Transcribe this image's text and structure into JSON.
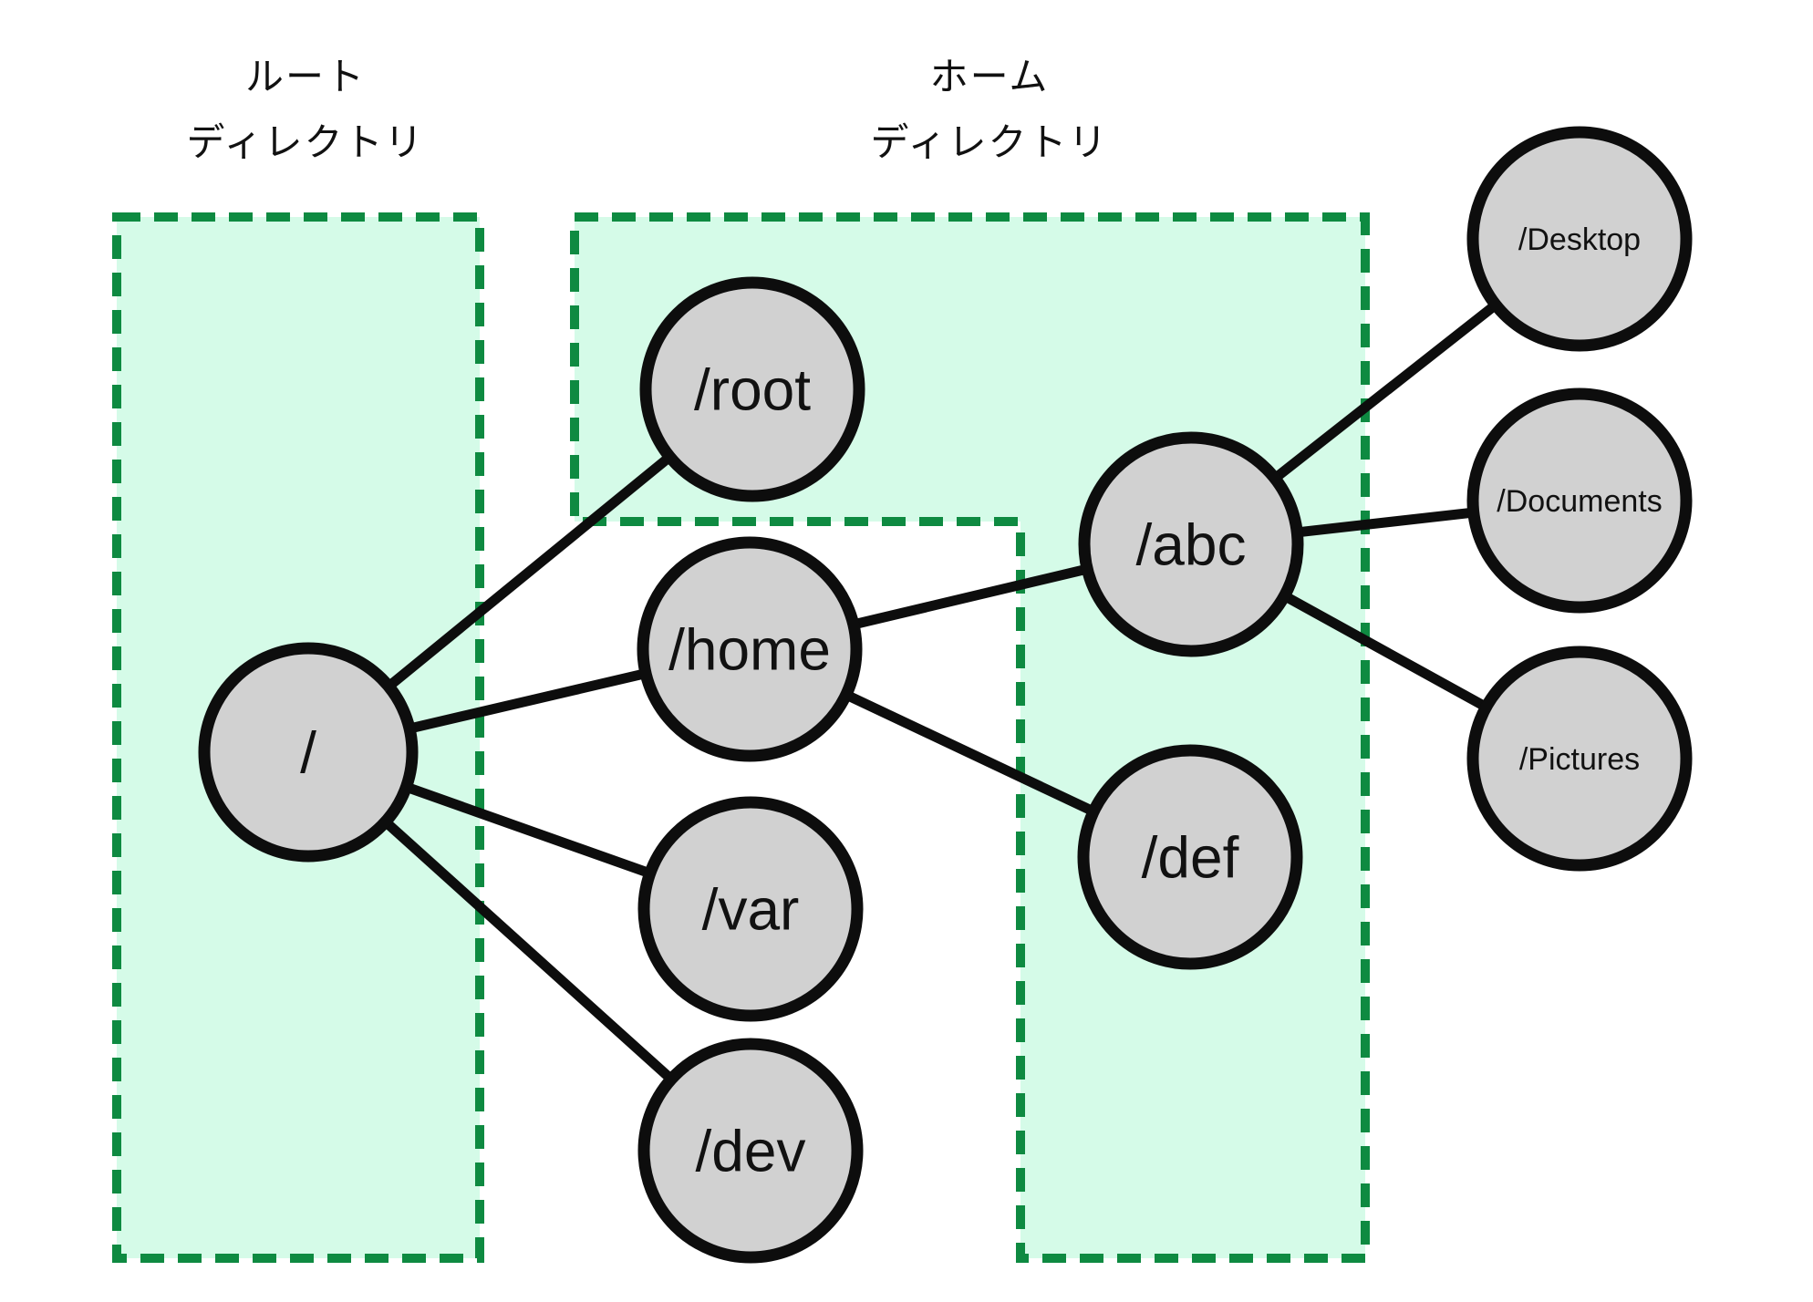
{
  "colors": {
    "background": "#ffffff",
    "region_fill": "#d5fbe8",
    "region_border": "#0e8a41",
    "node_fill": "#d1d1d1",
    "node_border": "#0d0d0d",
    "edge": "#0d0d0d",
    "text": "#111111"
  },
  "regions": {
    "root": {
      "title_line1": "ルート",
      "title_line2": "ディレクトリ"
    },
    "home": {
      "title_line1": "ホーム",
      "title_line2": "ディレクトリ"
    }
  },
  "nodes": {
    "slash": {
      "label": "/"
    },
    "root": {
      "label": "/root"
    },
    "home": {
      "label": "/home"
    },
    "var": {
      "label": "/var"
    },
    "dev": {
      "label": "/dev"
    },
    "abc": {
      "label": "/abc"
    },
    "def": {
      "label": "/def"
    },
    "desktop": {
      "label": "/Desktop"
    },
    "documents": {
      "label": "/Documents"
    },
    "pictures": {
      "label": "/Pictures"
    }
  },
  "edges": [
    {
      "from": "/",
      "to": "/root"
    },
    {
      "from": "/",
      "to": "/home"
    },
    {
      "from": "/",
      "to": "/var"
    },
    {
      "from": "/",
      "to": "/dev"
    },
    {
      "from": "/home",
      "to": "/abc"
    },
    {
      "from": "/home",
      "to": "/def"
    },
    {
      "from": "/abc",
      "to": "/Desktop"
    },
    {
      "from": "/abc",
      "to": "/Documents"
    },
    {
      "from": "/abc",
      "to": "/Pictures"
    }
  ]
}
